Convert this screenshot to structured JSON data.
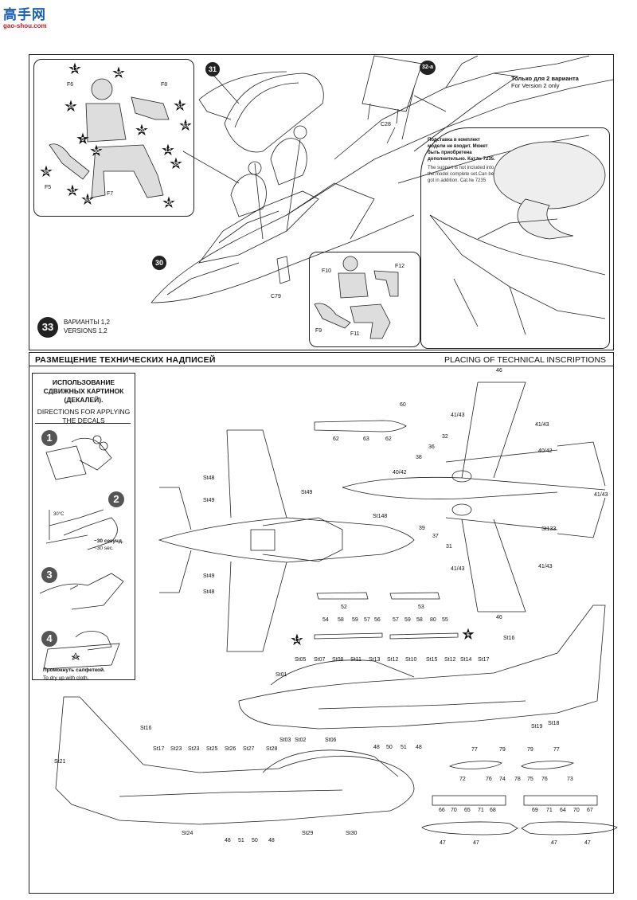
{
  "watermark": {
    "title": "高手网",
    "url": "gao-shou.com"
  },
  "top_panel": {
    "step_number": "33",
    "versions_ru": "ВАРИАНТЫ 1,2",
    "versions_en": "VERSIONS 1,2",
    "version2_ru": "Только для 2 варианта",
    "version2_en": "For Version 2 only",
    "support_note_ru": "Подставка в комплект модели не входит. Может быть приобретена дополнительно. Кат.№ 7235.",
    "support_note_en": "The support is not included into the model complete set.Can be got in addition. Cat.№ 7235",
    "part_labels": [
      "F6",
      "F8",
      "F5",
      "F7",
      "F10",
      "F12",
      "F9",
      "F11",
      "C28",
      "C79"
    ],
    "circle_labels": [
      "31",
      "30",
      "32-a"
    ],
    "paint_codes": [
      "17",
      "20",
      "35",
      "31",
      "53",
      "5",
      "30",
      "20",
      "12",
      "35",
      "35",
      "31",
      "53",
      "20"
    ]
  },
  "section": {
    "title_ru": "РАЗМЕЩЕНИЕ ТЕХНИЧЕСКИХ НАДПИСЕЙ",
    "title_en": "PLACING OF TECHNICAL INSCRIPTIONS"
  },
  "directions": {
    "title_ru": "ИСПОЛЬЗОВАНИЕ СДВИЖНЫХ КАРТИНОК (ДЕКАЛЕЙ).",
    "title_en": "DIRECTIONS FOR APPLYING THE DECALS",
    "steps": [
      "1",
      "2",
      "3",
      "4"
    ],
    "temp_label": "30°C",
    "time_ru": "~30 секунд.",
    "time_en": "~30 sec.",
    "dry_ru": "Промокнуть салфеткой.",
    "dry_en": "To dry up with cloth."
  },
  "decal_labels": {
    "top_view": [
      "St48",
      "St49",
      "St49",
      "St48",
      "St49",
      "St148"
    ],
    "bottom_view": [
      "46",
      "41/43",
      "32",
      "36",
      "41/43",
      "40/42",
      "38",
      "40/42",
      "41/43",
      "St133",
      "39",
      "37",
      "31",
      "41/43",
      "41/43",
      "46"
    ],
    "tank_top": [
      "60",
      "62",
      "63",
      "62"
    ],
    "pylons": [
      "52",
      "53"
    ],
    "missile_numbers": [
      "54",
      "58",
      "59",
      "57",
      "56",
      "57",
      "59",
      "58",
      "80",
      "55"
    ],
    "missile_paint": [
      "17",
      "6"
    ],
    "side_right": [
      "St16",
      "St05",
      "St07",
      "St08",
      "St11",
      "St13",
      "St12",
      "St10",
      "St15",
      "St12",
      "St14",
      "St17",
      "St01",
      "St03",
      "St02",
      "St06",
      "48",
      "50",
      "51",
      "48",
      "St19",
      "St18"
    ],
    "side_left": [
      "St16",
      "St21",
      "St17",
      "St23",
      "St23",
      "St25",
      "St26",
      "St27",
      "St28",
      "St24",
      "48",
      "51",
      "50",
      "48",
      "St29",
      "St30"
    ],
    "stores": [
      "77",
      "79",
      "79",
      "77",
      "72",
      "76",
      "74",
      "78",
      "75",
      "76",
      "73",
      "66",
      "70",
      "65",
      "71",
      "68",
      "69",
      "71",
      "64",
      "70",
      "67",
      "47",
      "47",
      "47",
      "47"
    ]
  }
}
